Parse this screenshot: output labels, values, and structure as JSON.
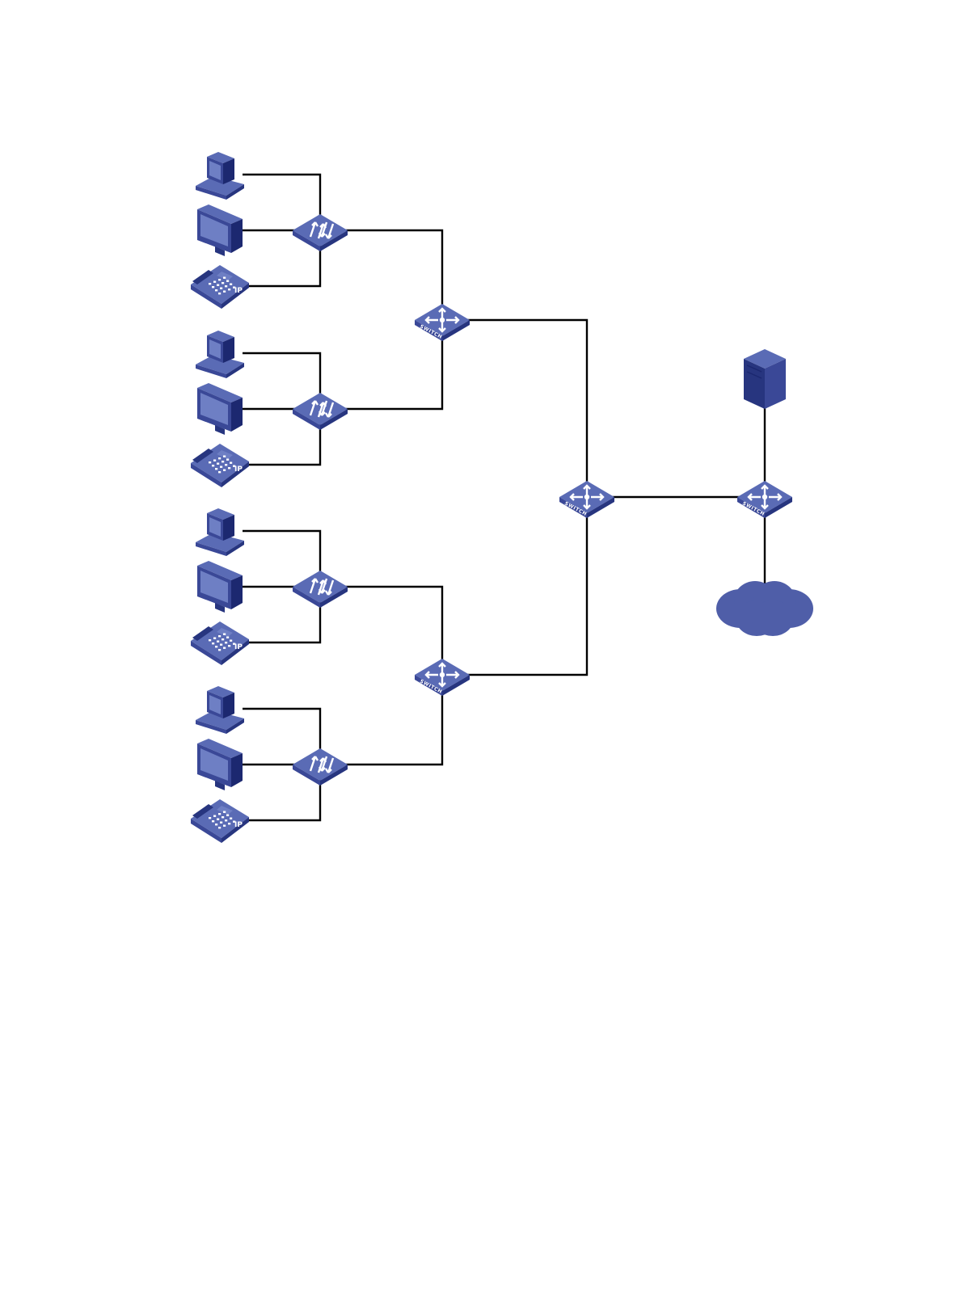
{
  "colors": {
    "device_top": "#5a6bb5",
    "device_side": "#27357f",
    "device_front": "#3a4897",
    "device_dark": "#1c2870",
    "screen": "#6e7fc4",
    "cloud": "#4f5ea8",
    "link": "#000000",
    "label": "#ffffff"
  },
  "icons": {
    "desktop": "desktop-pc-icon",
    "monitor": "crt-monitor-icon",
    "phone": "ip-phone-icon",
    "access_switch": "access-switch-icon",
    "layer3_switch": "layer3-switch-icon",
    "server": "server-icon",
    "cloud": "network-cloud-icon"
  },
  "labels": {
    "switch": "SWITCH",
    "ip_phone": "IP"
  },
  "topology": {
    "access_groups": [
      {
        "id": "group-1",
        "devices": [
          "desktop",
          "monitor",
          "ip_phone"
        ],
        "uplink": "distribution-1"
      },
      {
        "id": "group-2",
        "devices": [
          "desktop",
          "monitor",
          "ip_phone"
        ],
        "uplink": "distribution-1"
      },
      {
        "id": "group-3",
        "devices": [
          "desktop",
          "monitor",
          "ip_phone"
        ],
        "uplink": "distribution-2"
      },
      {
        "id": "group-4",
        "devices": [
          "desktop",
          "monitor",
          "ip_phone"
        ],
        "uplink": "distribution-2"
      }
    ],
    "distribution": [
      {
        "id": "distribution-1",
        "uplink": "core"
      },
      {
        "id": "distribution-2",
        "uplink": "core"
      }
    ],
    "core": {
      "id": "core",
      "uplink": "edge"
    },
    "edge": {
      "id": "edge",
      "attached": [
        "server",
        "cloud"
      ]
    }
  }
}
